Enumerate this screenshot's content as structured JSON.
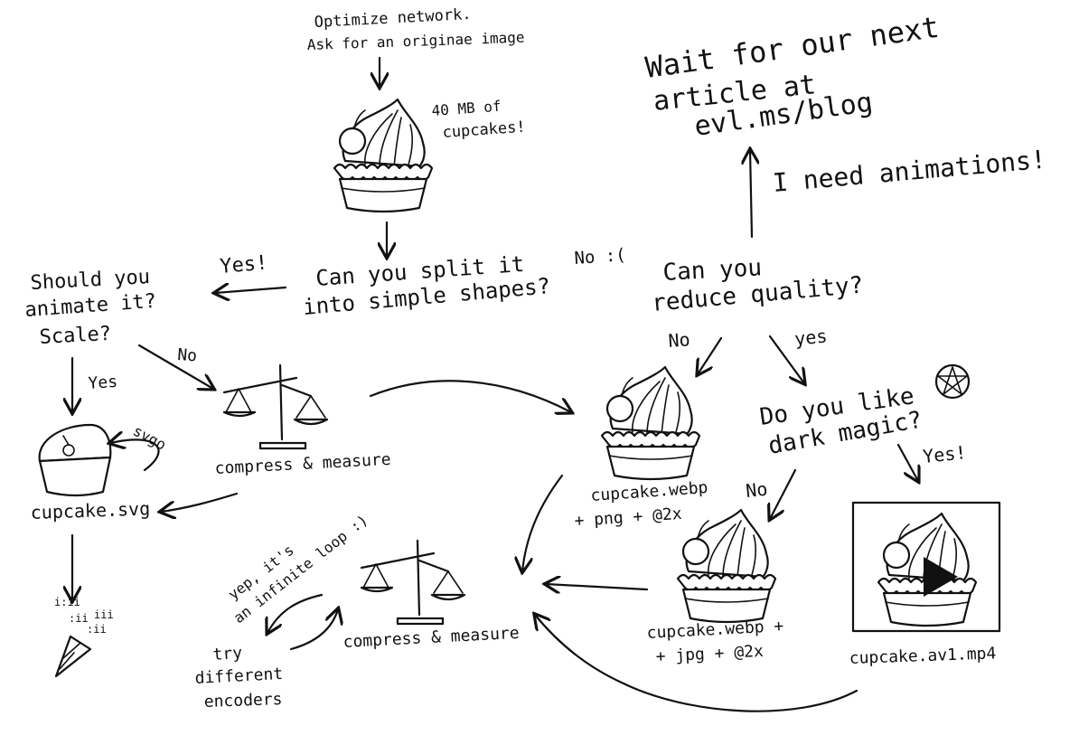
{
  "notes": {
    "optimize_line1": "Optimize network.",
    "optimize_line2": "Ask for an originae image",
    "size_line1": "40 MB of",
    "size_line2": "cupcakes!",
    "wait_line1": "Wait for our next",
    "wait_line2": "article at",
    "wait_line3": "evl.ms/blog",
    "need_animations": "I need animations!",
    "split_line1": "Can you split it",
    "split_line2": "into simple shapes?",
    "no_sad": "No :(",
    "yes_split": "Yes!",
    "animate_line1": "Should you",
    "animate_line2": "animate it?",
    "animate_line3": "Scale?",
    "no_animate": "No",
    "yes_animate": "Yes",
    "svgo": "svgo",
    "reduce_line1": "Can you",
    "reduce_line2": "reduce quality?",
    "no_reduce": "No",
    "yes_reduce": "yes",
    "magic_line1": "Do you like",
    "magic_line2": "dark magic?",
    "yes_magic": "Yes!",
    "no_magic": "No",
    "compress_top": "compress & measure",
    "compress_bottom": "compress & measure",
    "loop_line1": "yep, it's",
    "loop_line2": "an infinite loop :)",
    "try_line1": "try",
    "try_line2": "different",
    "try_line3": "encoders"
  },
  "outputs": {
    "svg_file": "cupcake.svg",
    "webp_png_line1": "cupcake.webp",
    "webp_png_line2": "+ png + @2x",
    "webp_jpg_line1": "cupcake.webp +",
    "webp_jpg_line2": "+ jpg + @2x",
    "av1": "cupcake.av1.mp4"
  },
  "icons": [
    "cupcake-icon",
    "scales-icon",
    "pentagram-icon",
    "play-icon",
    "party-popper-icon"
  ]
}
